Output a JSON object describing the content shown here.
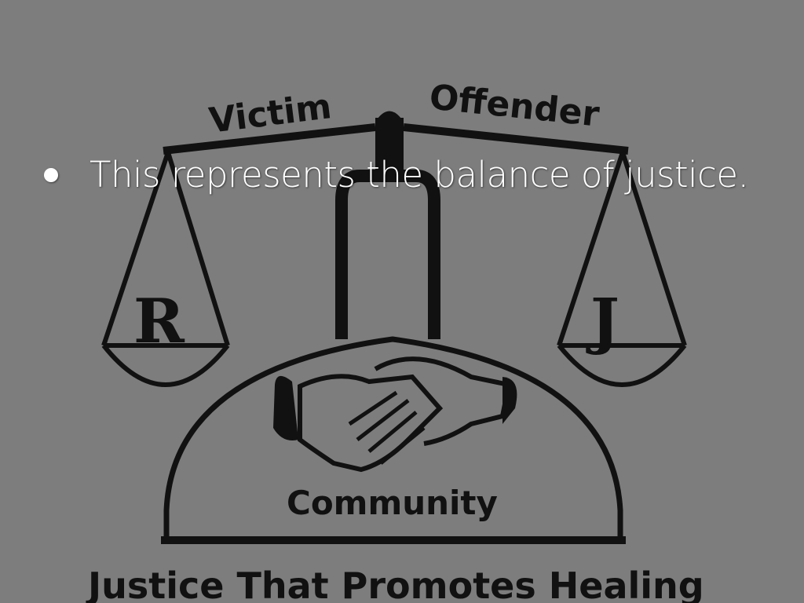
{
  "slide": {
    "background": "#7d7d7d",
    "bullets": [
      {
        "text": "This represents the balance of justice."
      }
    ]
  },
  "illustration": {
    "left_pan_label": "Victim",
    "right_pan_label": "Offender",
    "left_letter": "R",
    "right_letter": "J",
    "base_label": "Community",
    "caption": "Justice That Promotes Healing",
    "center_icon": "handshake-icon"
  }
}
